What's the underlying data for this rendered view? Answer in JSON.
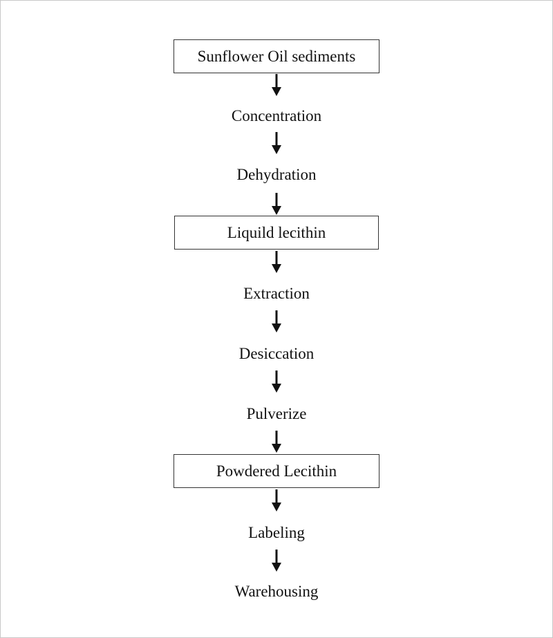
{
  "steps": [
    {
      "label": "Sunflower Oil sediments",
      "boxed": true
    },
    {
      "label": "Concentration",
      "boxed": false
    },
    {
      "label": "Dehydration",
      "boxed": false
    },
    {
      "label": "Liquild lecithin",
      "boxed": true
    },
    {
      "label": "Extraction",
      "boxed": false
    },
    {
      "label": "Desiccation",
      "boxed": false
    },
    {
      "label": "Pulverize",
      "boxed": false
    },
    {
      "label": "Powdered Lecithin",
      "boxed": true
    },
    {
      "label": "Labeling",
      "boxed": false
    },
    {
      "label": "Warehousing",
      "boxed": false
    }
  ],
  "colors": {
    "text": "#111111",
    "border": "#333333",
    "arrow": "#111111",
    "frame": "#c8c8c8"
  }
}
